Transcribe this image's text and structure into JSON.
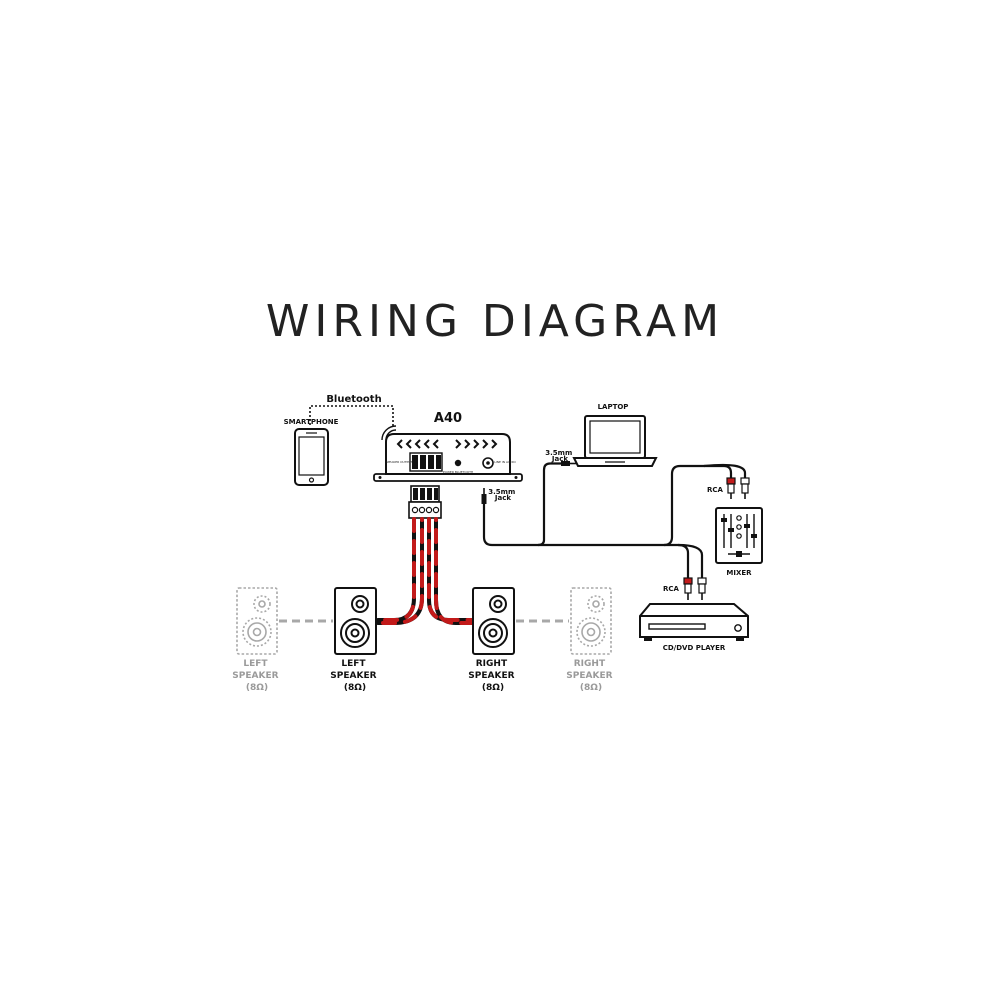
{
  "title": "WIRING DIAGRAM",
  "labels": {
    "bluetooth": "Bluetooth",
    "smartphone": "SMARTPHONE",
    "amp": "A40",
    "laptop": "LAPTOP",
    "jack_laptop_1": "3.5mm",
    "jack_laptop_2": "Jack",
    "jack_amp_1": "3.5mm",
    "jack_amp_2": "Jack",
    "rca_mixer": "RCA",
    "rca_player": "RCA",
    "mixer": "MIXER",
    "player": "CD/DVD PLAYER",
    "amp_panel_left": "SPEAKER OUTPUT",
    "amp_panel_mid": "POWER BLUETOOTH",
    "amp_panel_right": "LINE IN AUDIO"
  },
  "speakers": [
    {
      "l1": "LEFT",
      "l2": "SPEAKER",
      "l3": "(8Ω)",
      "style": "optional"
    },
    {
      "l1": "LEFT",
      "l2": "SPEAKER",
      "l3": "(8Ω)",
      "style": "main"
    },
    {
      "l1": "RIGHT",
      "l2": "SPEAKER",
      "l3": "(8Ω)",
      "style": "main"
    },
    {
      "l1": "RIGHT",
      "l2": "SPEAKER",
      "l3": "(8Ω)",
      "style": "optional"
    }
  ],
  "colors": {
    "line": "#111111",
    "red_wire": "#c21a1a",
    "optional": "#a8a8a8"
  }
}
